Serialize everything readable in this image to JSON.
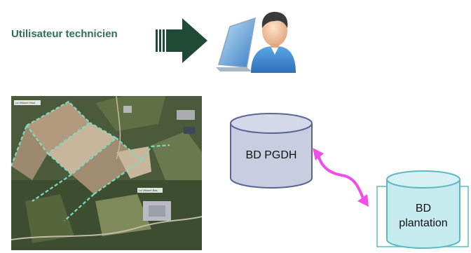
{
  "user": {
    "label": "Utilisateur technicien",
    "arrow_color": "#1f4a36",
    "icon": "user-at-computer-icon"
  },
  "map": {
    "label_top": "La Villouet Haut",
    "label_bottom": "La Villouet Bas",
    "trail_color": "#7fd9c0"
  },
  "databases": {
    "pgdh": {
      "label": "BD PGDH",
      "fill": "#c9cde0",
      "stroke": "#5a6796"
    },
    "plantation": {
      "label_line1": "BD",
      "label_line2": "plantation",
      "fill": "#c7ecef",
      "stroke": "#5fb9c4"
    },
    "link_color": "#ef4fe6"
  }
}
